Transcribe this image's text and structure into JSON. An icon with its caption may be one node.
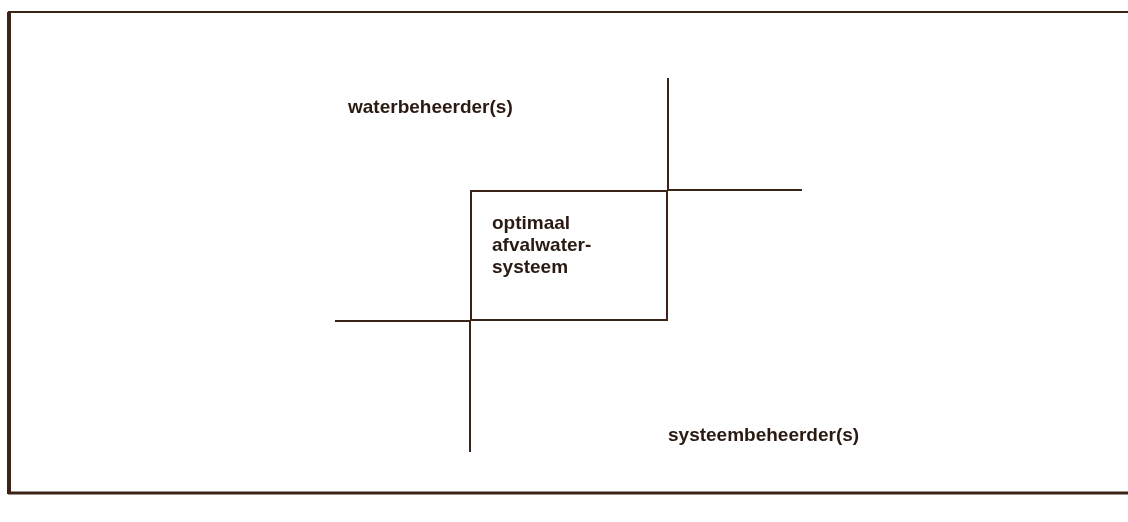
{
  "diagram": {
    "nodes": [
      {
        "text": [
          "optimaal afvalwater-systeem"
        ]
      }
    ],
    "labels": [
      "waterbeheerder(s)",
      "systeembeheerder(s)"
    ]
  }
}
